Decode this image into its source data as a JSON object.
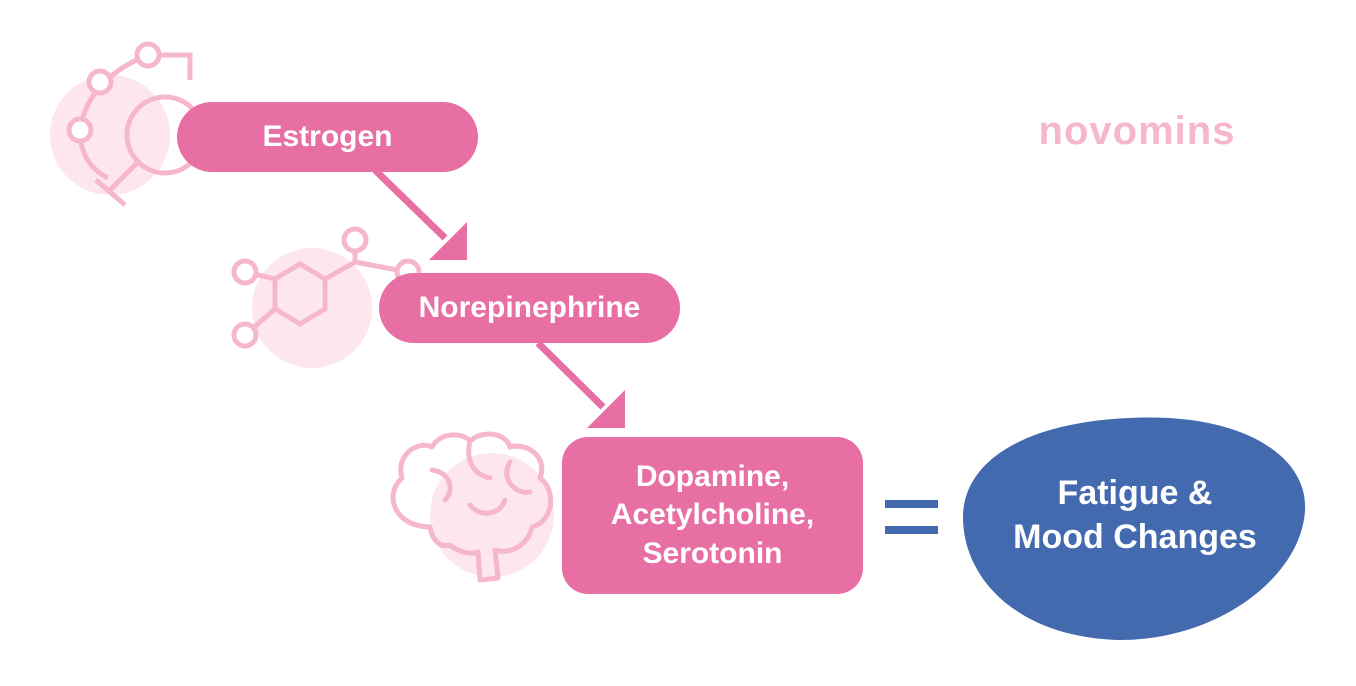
{
  "diagram": {
    "nodes": {
      "estrogen": {
        "label": "Estrogen"
      },
      "norepinephrine": {
        "label": "Norepinephrine"
      },
      "neurotransmitters": {
        "lines": [
          "Dopamine,",
          "Acetylcholine,",
          "Serotonin"
        ]
      }
    },
    "operator": {
      "symbol": "="
    },
    "result": {
      "lines": [
        "Fatigue &",
        "Mood Changes"
      ]
    },
    "edges": [
      {
        "from": "estrogen",
        "to": "norepinephrine"
      },
      {
        "from": "norepinephrine",
        "to": "neurotransmitters"
      }
    ]
  },
  "brand": {
    "name": "novomins"
  },
  "icons": [
    "female-symbol-icon",
    "molecule-icon",
    "brain-icon"
  ],
  "colors": {
    "pink_box": "#e76fa3",
    "pink_icon": "#f6b7cd",
    "pink_halo": "#fde6ee",
    "blue_result": "#436aae"
  }
}
